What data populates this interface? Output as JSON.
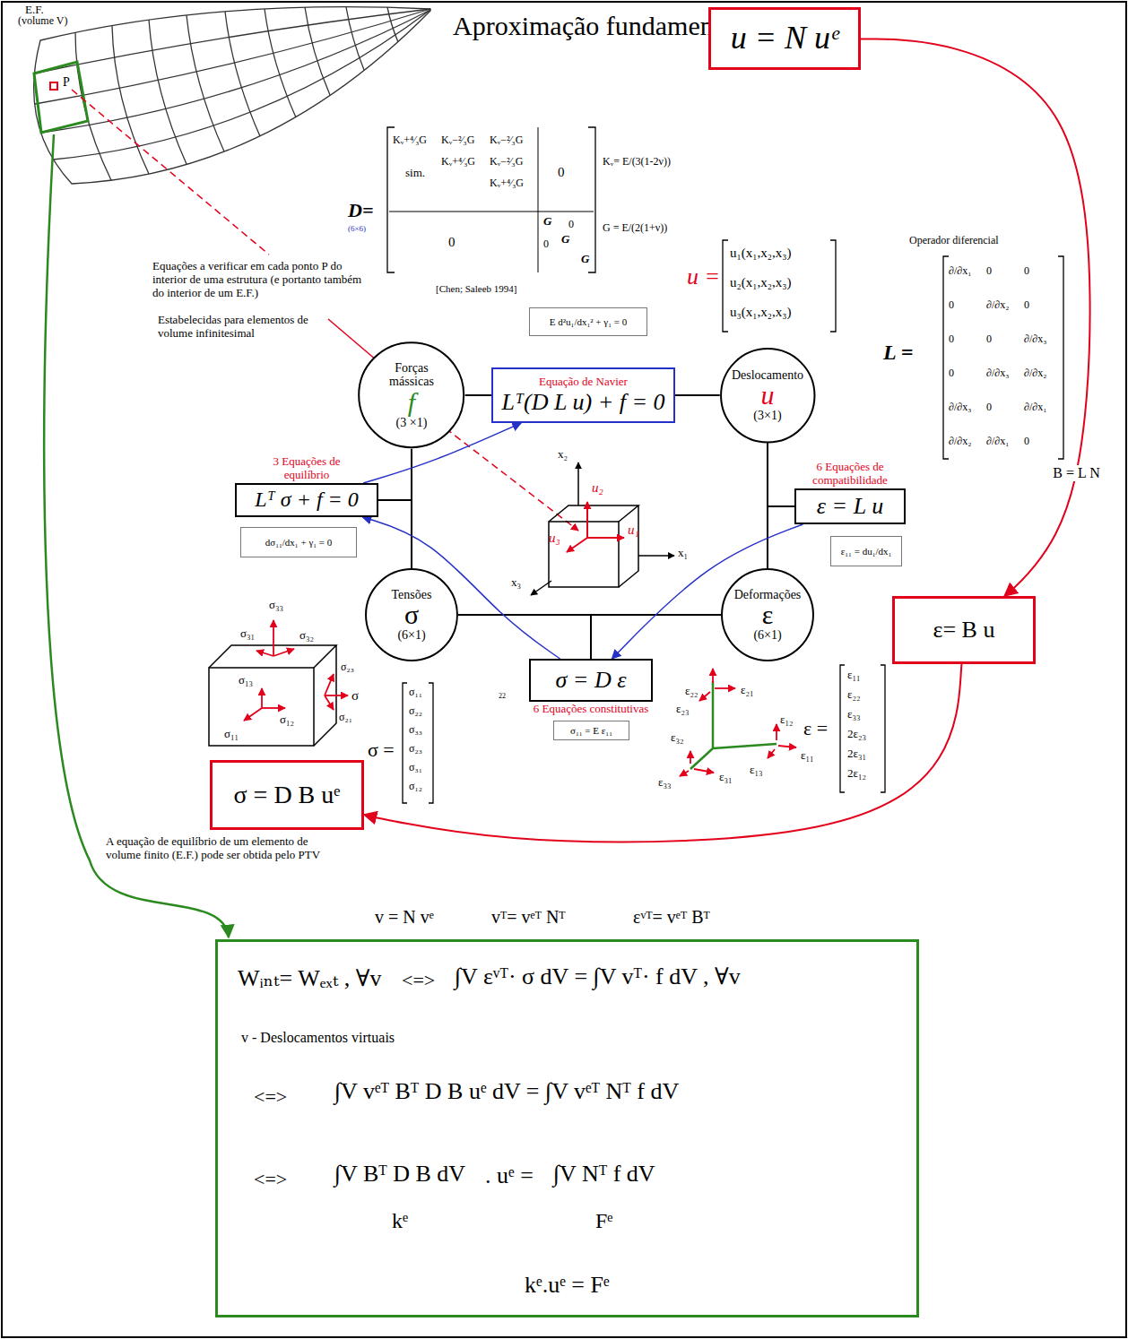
{
  "diagram": {
    "title": "Aproximação fundamental do MEF",
    "nodes": [
      {
        "text": [
          "Equação de Navier",
          "Lᵀ(D L u) + f = 0"
        ]
      },
      {
        "text": [
          "Forças mássicas",
          "f",
          "(3 ×1)"
        ]
      },
      {
        "text": [
          "Deslocamento",
          "u",
          "(3×1)"
        ]
      },
      {
        "text": [
          "Tensões",
          "σ",
          "(6×1)"
        ]
      },
      {
        "text": [
          "Deformações",
          "ε",
          "(6×1)"
        ]
      },
      {
        "text": [
          "3 Equações de equilíbrio",
          "Lᵀ σ + f = 0"
        ]
      },
      {
        "text": [
          "6 Equações de compatibilidade",
          "ε = L u"
        ]
      },
      {
        "text": [
          "σ = D ε",
          "6 Equações constitutivas"
        ]
      },
      {
        "text": [
          "E d²u₁/dx₁² + γ₁ = 0"
        ]
      },
      {
        "text": [
          "dσ₁₁/dx₁ + γ₁ = 0"
        ]
      },
      {
        "text": [
          "ε₁₁ = du₁/dx₁"
        ]
      },
      {
        "text": [
          "σ₁₁ = E ε₁₁"
        ]
      },
      {
        "text": [
          "u = N uᵉ"
        ]
      },
      {
        "text": [
          "ε= B u"
        ]
      },
      {
        "text": [
          "σ = D B uᵉ"
        ]
      },
      {
        "text": [
          "Wᵢₙₜ= Wₑₓₜ , ∀v",
          "<=>",
          "∫V εᵛᵀ· σ dV = ∫V vᵀ· f dV , ∀v",
          "v - Deslocamentos virtuais",
          "<=>",
          "∫V vᵉᵀ Bᵀ D B uᵉ dV = ∫V vᵉᵀ Nᵀ f dV",
          "<=>",
          "∫V Bᵀ D B dV",
          ". uᵉ =",
          "∫V Nᵀ f dV",
          "kᵉ",
          "Fᵉ",
          "kᵉ.uᵉ = Fᵉ"
        ]
      }
    ],
    "edges": [
      {
        "from": 1,
        "to": 0,
        "arrow": "none"
      },
      {
        "from": 0,
        "to": 2,
        "arrow": "none"
      },
      {
        "from": 1,
        "to": 3,
        "arrow": "none"
      },
      {
        "from": 2,
        "to": 4,
        "arrow": "none"
      },
      {
        "from": 3,
        "to": 4,
        "arrow": "none"
      },
      {
        "from": 5,
        "to": 0,
        "arrow": "to"
      },
      {
        "from": 7,
        "to": 5,
        "arrow": "to"
      },
      {
        "from": 6,
        "to": 7,
        "arrow": "to"
      },
      {
        "from": 12,
        "to": 13,
        "arrow": "to",
        "label": "B = L N"
      },
      {
        "from": 13,
        "to": 14,
        "arrow": "to"
      }
    ],
    "labels": [
      "E.F.",
      "(volume V)",
      "P",
      "Equações a verificar em cada ponto P do interior de uma estrutura (e portanto também do interior de um E.F.)",
      "Estabelecidas para elementos de volume infinitesimal",
      "D=",
      "(6×6)",
      "Kᵥ+⁴⁄₃G",
      "Kᵥ−²⁄₃G",
      "Kᵥ−²⁄₃G",
      "Kᵥ+⁴⁄₃G",
      "Kᵥ−²⁄₃G",
      "Kᵥ+⁴⁄₃G",
      "sim.",
      "0",
      "0",
      "G",
      "0",
      "0",
      "G",
      "G",
      "Kᵥ= E/(3(1-2ν))",
      "G = E/(2(1+ν))",
      "[Chen; Saleeb 1994]",
      "u =",
      "u₁(x₁,x₂,x₃)",
      "u₂(x₁,x₂,x₃)",
      "u₃(x₁,x₂,x₃)",
      "Operador diferencial",
      "L =",
      "∂/∂x₁",
      "0",
      "0",
      "0",
      "∂/∂x₂",
      "0",
      "0",
      "0",
      "∂/∂x₃",
      "0",
      "∂/∂x₃",
      "∂/∂x₂",
      "∂/∂x₃",
      "0",
      "∂/∂x₁",
      "∂/∂x₂",
      "∂/∂x₁",
      "0",
      "x₂",
      "x₁",
      "x₃",
      "u₂",
      "u₁",
      "u₃",
      "σ₃₃",
      "σ₃₂",
      "σ₃₁",
      "σ₂₃",
      "σ₁₃",
      "σ",
      "σ₁₂",
      "σ₂₁",
      "σ₁₁",
      "σ =",
      "σ₁₁",
      "σ₂₂",
      "σ₃₃",
      "σ₂₃",
      "σ₃₁",
      "σ₁₂",
      "22",
      "ε₂₂",
      "ε₂₁",
      "ε₂₃",
      "ε₁₂",
      "ε₃₂",
      "ε₁₁",
      "ε₃₃",
      "ε₃₁",
      "ε₁₃",
      "ε =",
      "ε₁₁",
      "ε₂₂",
      "ε₃₃",
      "2ε₂₃",
      "2ε₃₁",
      "2ε₁₂",
      "A equação de equilíbrio de um elemento de volume finito (E.F.) pode ser obtida pelo PTV",
      "v = N vᵉ",
      "vᵀ= vᵉᵀ Nᵀ",
      "εᵛᵀ= vᵉᵀ Bᵀ"
    ]
  }
}
